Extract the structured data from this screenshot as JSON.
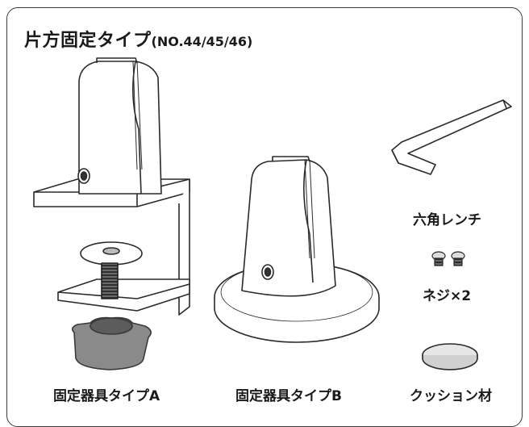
{
  "title": {
    "main": "片方固定タイプ",
    "models": "(NO.44/45/46)"
  },
  "captions": {
    "type_a": "固定器具タイプA",
    "type_b": "固定器具タイプB",
    "hex_wrench": "六角レンチ",
    "screws": "ネジ×2",
    "cushion": "クッション材"
  },
  "colors": {
    "outline": "#2a2a2a",
    "knob": "#8a8a8a",
    "knob_dark": "#5c5c5c",
    "thread": "#3a3a3a"
  }
}
